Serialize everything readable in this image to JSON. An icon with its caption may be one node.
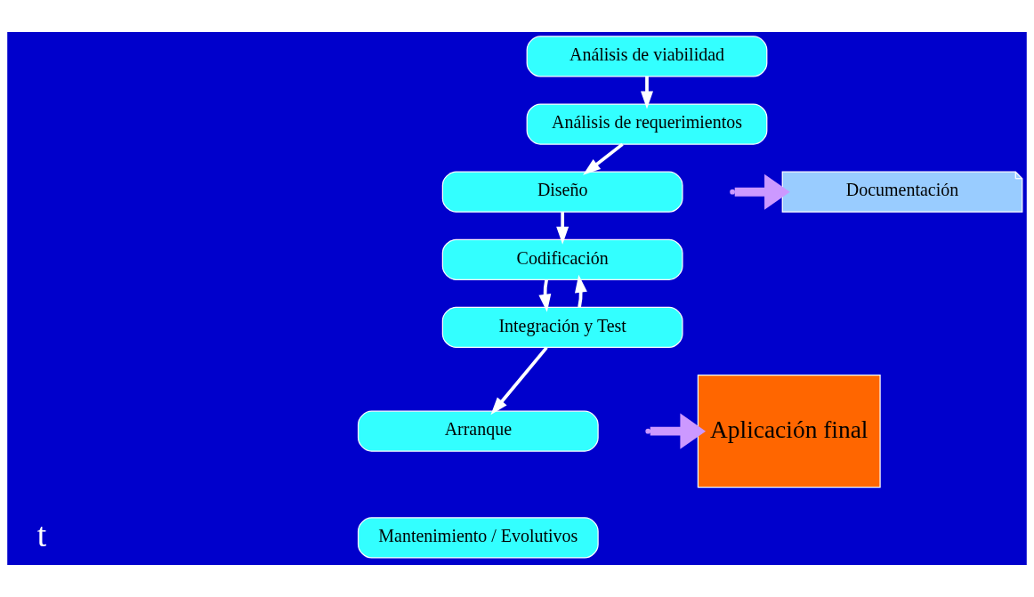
{
  "diagram": {
    "nodes": [
      {
        "text": [
          "Análisis de viabilidad"
        ]
      },
      {
        "text": [
          "Análisis de requerimientos"
        ]
      },
      {
        "text": [
          "Diseño"
        ]
      },
      {
        "text": [
          "Codificación"
        ]
      },
      {
        "text": [
          "Integración y Test"
        ]
      },
      {
        "text": [
          "Arranque"
        ]
      },
      {
        "text": [
          "Documentación"
        ]
      },
      {
        "text": [
          "Aplicación final"
        ]
      },
      {
        "text": [
          "Mantenimiento / Evolutivos"
        ]
      }
    ],
    "edges": [
      {
        "from": 0,
        "to": 1,
        "arrow": "to"
      },
      {
        "from": 1,
        "to": 2,
        "arrow": "to"
      },
      {
        "from": 2,
        "to": 3,
        "arrow": "to"
      },
      {
        "from": 3,
        "to": 4,
        "arrow": "to"
      },
      {
        "from": 4,
        "to": 5,
        "arrow": "to"
      },
      {
        "from": 4,
        "to": 3,
        "arrow": "to"
      },
      {
        "from": null,
        "to": 6,
        "arrow": "to",
        "style": "thick",
        "color": "#cc99ff"
      },
      {
        "from": null,
        "to": 7,
        "arrow": "to",
        "style": "thick",
        "color": "#cc99ff"
      }
    ],
    "labels": [
      "t"
    ]
  }
}
